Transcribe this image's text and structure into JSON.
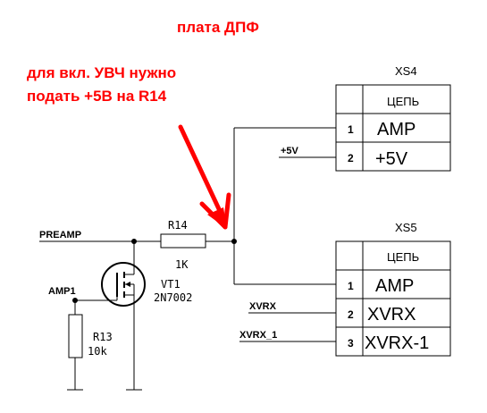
{
  "annotation": {
    "title": "плата ДПФ",
    "line1": "для вкл. УВЧ нужно",
    "line2": "подать +5В на R14",
    "arrow_color": "#ff0000"
  },
  "nets": {
    "preamp": "PREAMP",
    "amp1": "AMP1",
    "plus5v": "+5V",
    "xvrx": "XVRX",
    "xvrx_1": "XVRX_1"
  },
  "components": {
    "r14": {
      "ref": "R14",
      "value": "1K"
    },
    "vt1": {
      "ref": "VT1",
      "value": "2N7002"
    },
    "r13": {
      "ref": "R13",
      "value": "10k"
    }
  },
  "connectors": {
    "xs4": {
      "ref": "XS4",
      "header": "ЦЕПЬ",
      "pins": [
        {
          "no": "1",
          "name": "AMP"
        },
        {
          "no": "2",
          "name": "+5V"
        }
      ]
    },
    "xs5": {
      "ref": "XS5",
      "header": "ЦЕПЬ",
      "pins": [
        {
          "no": "1",
          "name": "AMP"
        },
        {
          "no": "2",
          "name": "XVRX"
        },
        {
          "no": "3",
          "name": "XVRX-1"
        }
      ]
    }
  }
}
